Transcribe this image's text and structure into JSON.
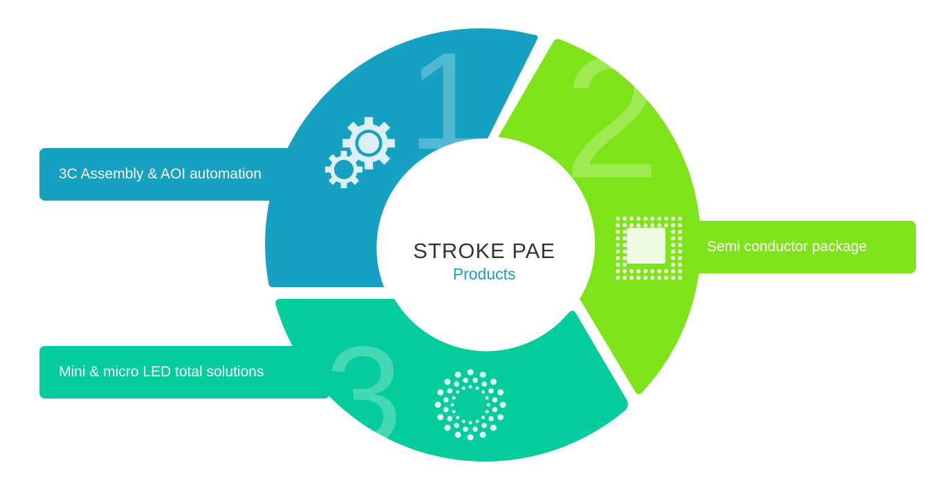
{
  "center": {
    "title": "STROKE PAE",
    "subtitle": "Products"
  },
  "segments": [
    {
      "number": "1",
      "label": "3C Assembly & AOI automation",
      "icon": "gears-icon",
      "color": "#16a0c1"
    },
    {
      "number": "2",
      "label": "Semi conductor package",
      "icon": "chip-icon",
      "color": "#7ee318"
    },
    {
      "number": "3",
      "label": "Mini & micro LED total solutions",
      "icon": "led-dots-icon",
      "color": "#05cc9c"
    }
  ]
}
